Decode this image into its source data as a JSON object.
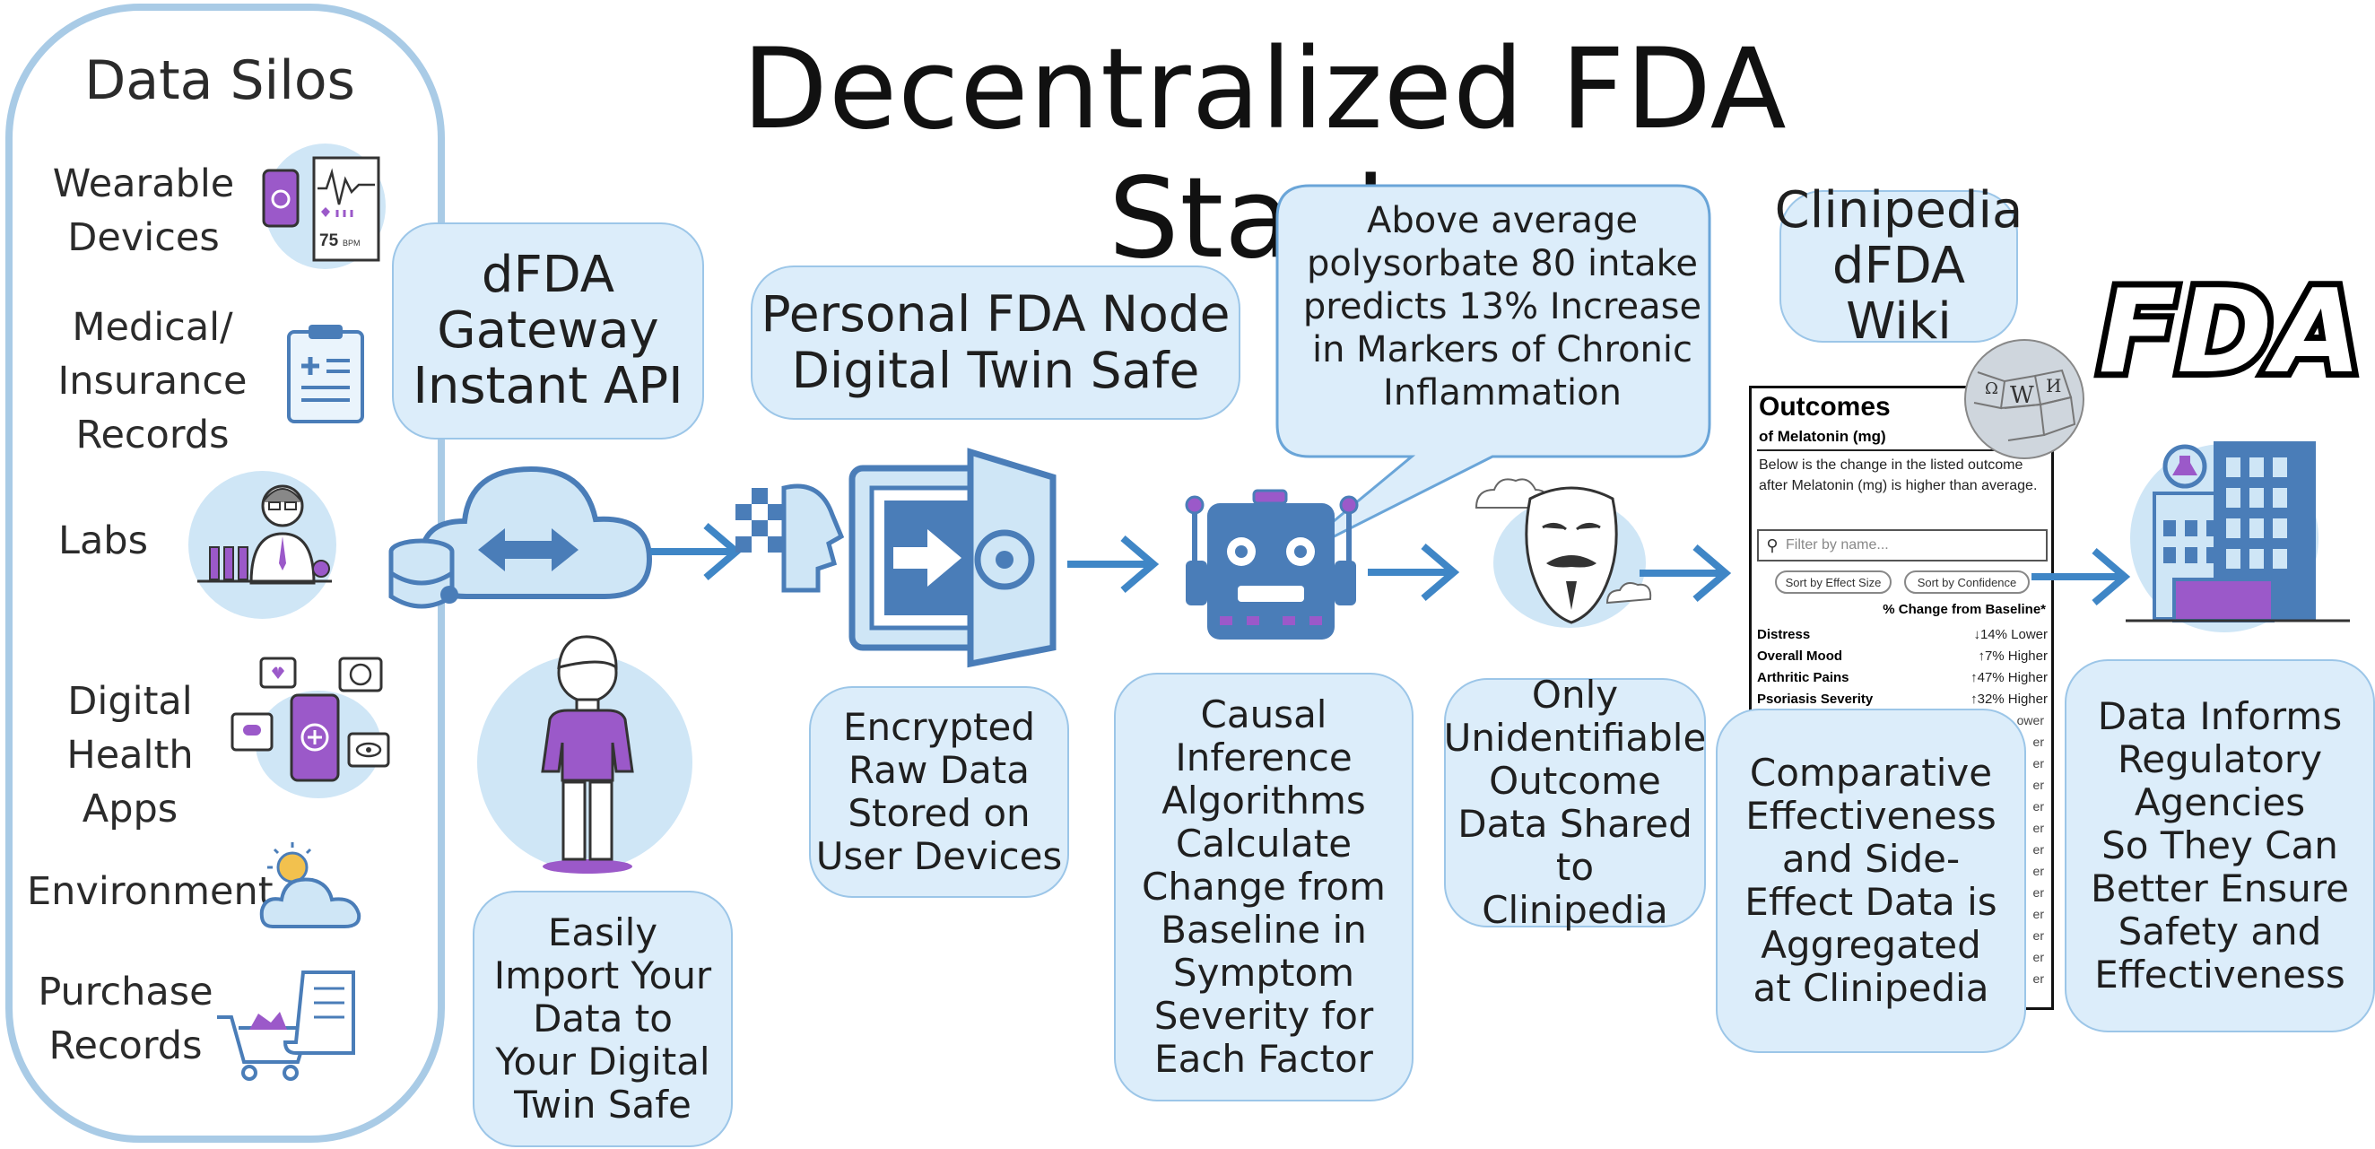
{
  "title": "Decentralized FDA Stack",
  "silos": {
    "title": "Data Silos",
    "items": [
      {
        "label": "Wearable\nDevices"
      },
      {
        "label": "Medical/\nInsurance\nRecords"
      },
      {
        "label": "Labs"
      },
      {
        "label": "Digital\nHealth Apps"
      },
      {
        "label": "Environment"
      },
      {
        "label": "Purchase\nRecords"
      }
    ],
    "wearable_bpm": "75",
    "wearable_bpm_unit": "BPM"
  },
  "gateway": {
    "label": "dFDA\nGateway\nInstant API"
  },
  "import": {
    "label": "Easily\nImport Your\nData to\nYour Digital\nTwin Safe"
  },
  "node": {
    "label": "Personal FDA Node\nDigital Twin Safe"
  },
  "encrypted": {
    "label": "Encrypted\nRaw Data\nStored on\nUser Devices"
  },
  "prediction": {
    "label": "Above average\npolysorbate 80 intake\npredicts 13% Increase\nin Markers of Chronic\nInflammation"
  },
  "causal": {
    "label": "Causal\nInference\nAlgorithms\nCalculate\nChange from\nBaseline in\nSymptom\nSeverity for\nEach Factor"
  },
  "unidentifiable": {
    "label": "Only\nUnidentifiable\nOutcome\nData Shared to\nClinipedia"
  },
  "clinipedia": {
    "label": "Clinipedia\ndFDA Wiki"
  },
  "comparative": {
    "label": "Comparative\nEffectiveness\nand Side-\nEffect Data is\nAggregated\nat Clinipedia"
  },
  "regulatory": {
    "label": "Data Informs\nRegulatory\nAgencies\nSo They Can\nBetter Ensure\nSafety and\nEffectiveness"
  },
  "fda_logo": "FDA",
  "wiki_panel": {
    "title": "Outcomes",
    "subtitle": "of Melatonin (mg)",
    "description": "Below is the change in the listed outcome after Melatonin (mg) is higher than average.",
    "filter_placeholder": "Filter by name...",
    "sort_effect": "Sort by Effect Size",
    "sort_confidence": "Sort by Confidence",
    "column_header": "% Change from Baseline*",
    "rows": [
      {
        "name": "Distress",
        "value": "↓14% Lower"
      },
      {
        "name": "Overall Mood",
        "value": "↑7% Higher"
      },
      {
        "name": "Arthritic Pains",
        "value": "↑47% Higher"
      },
      {
        "name": "Psoriasis Severity",
        "value": "↑32% Higher"
      }
    ],
    "partial_row": "ower",
    "hidden_row_tail": "er"
  },
  "colors": {
    "bubble_fill": "#dcedfa",
    "bubble_border": "#9cc6e8",
    "arrow": "#3f86c6",
    "icon_dark": "#4a7db8",
    "purple": "#9b59c9"
  }
}
